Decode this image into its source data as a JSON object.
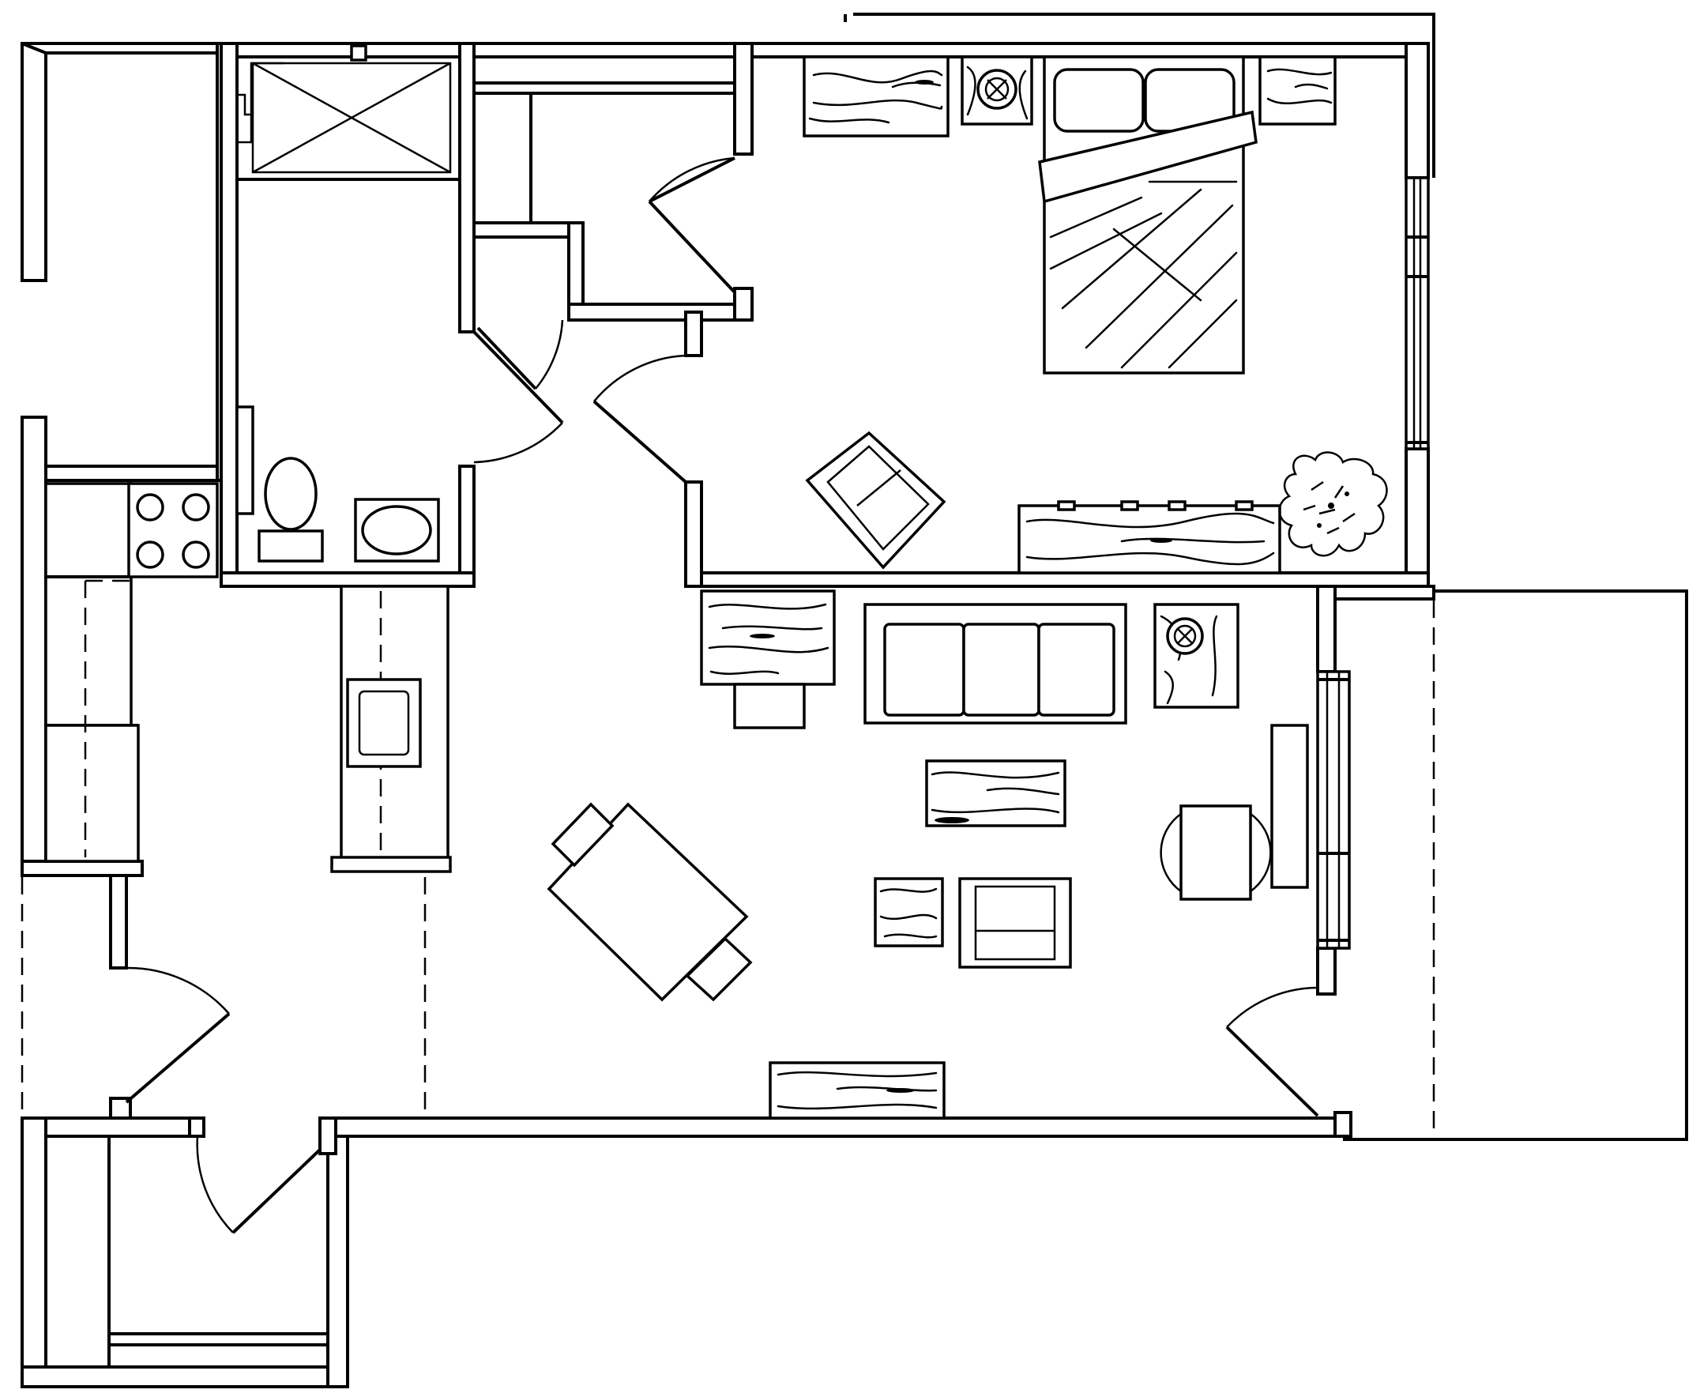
{
  "drawing": {
    "kind": "floor-plan",
    "style": "black line art on white",
    "colors": {
      "line": "#000000",
      "background": "#ffffff"
    },
    "rooms": [
      "bedroom",
      "living-room",
      "dining-area",
      "kitchen",
      "bathroom",
      "walk-in-closet",
      "entry",
      "storage-closet",
      "patio",
      "balcony"
    ],
    "text_labels": []
  }
}
